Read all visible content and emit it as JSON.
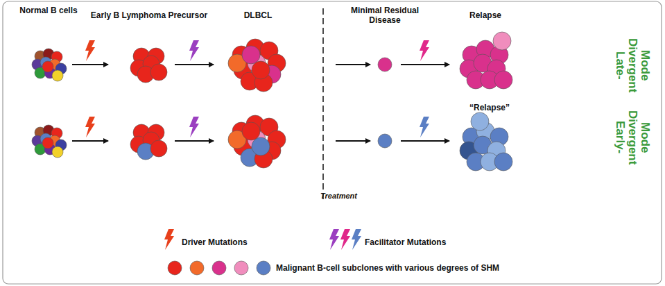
{
  "diagram": {
    "labels": [
      "Normal B cells",
      "Early B Lymphoma Precursor",
      "DLBCL",
      "Minimal Residual Disease",
      "Relapse",
      "Late-Divergent Mode",
      "“Relapse”",
      "Early-Divergent Mode",
      "Treatment"
    ],
    "legend": [
      {
        "text": "Driver Mutations"
      },
      {
        "text": "Facilitator Mutations"
      },
      {
        "text": "Malignant B-cell subclones with various degrees of SHM"
      }
    ]
  }
}
